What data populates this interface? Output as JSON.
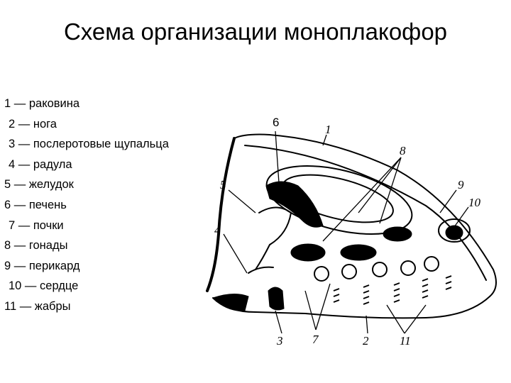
{
  "slide": {
    "title": "Схема организации моноплакофор"
  },
  "legend": [
    "1 — раковина",
    "2 — нога",
    "3 — послеротовые щупальца",
    "4 — радула",
    "5 — желудок",
    "6 — печень",
    "7 — почки",
    "8 — гонады",
    "9 — перикард",
    "10 — сердце",
    "11 — жабры"
  ],
  "diagram_labels": {
    "l1": "1",
    "l2": "2",
    "l3": "3",
    "l4": "4",
    "l5": "5",
    "l6": "6",
    "l7": "7",
    "l8": "8",
    "l9": "9",
    "l10": "10",
    "l11": "11"
  }
}
